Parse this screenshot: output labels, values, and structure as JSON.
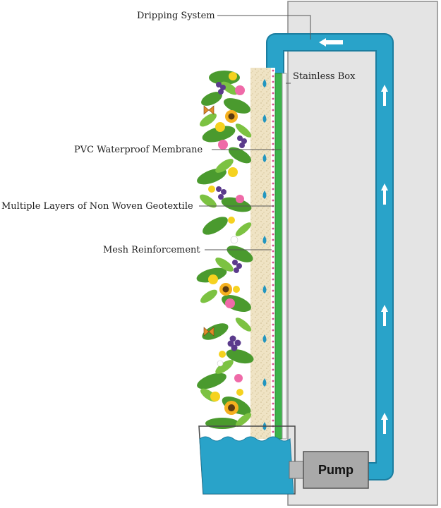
{
  "labels": {
    "dripping_system": "Dripping System",
    "stainless_box": "Stainless Box",
    "pvc_membrane": "PVC Waterproof Membrane",
    "geotextile": "Multiple Layers of Non Woven Geotextile",
    "mesh": "Mesh Reinforcement",
    "pump": "Pump"
  },
  "colors": {
    "water": "#29a3c9",
    "water_dark": "#1b7d9f",
    "wall": "#e4e4e4",
    "pump": "#a9a9a9",
    "membrane": "#3db34a",
    "geotextile": "#efe3c4",
    "mesh": "#d64a8c",
    "leaf": "#4a9a2e"
  },
  "icons": [
    "flow-arrow-icon",
    "water-drop-icon",
    "flower-icon",
    "butterfly-icon",
    "grape-icon"
  ]
}
